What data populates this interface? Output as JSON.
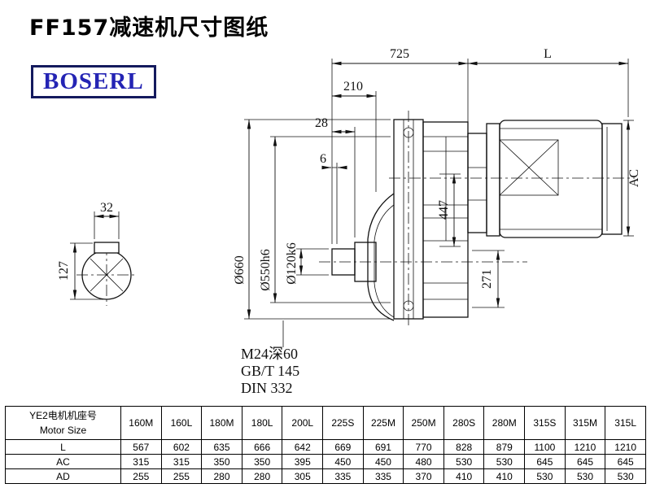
{
  "title": "FF157减速机尺寸图纸",
  "logo": {
    "text": "BOSERL",
    "text_color": "#2424b4",
    "border_color": "#141a5e"
  },
  "drawing": {
    "dims": {
      "overall_width": "725",
      "motor_length": "L",
      "d210": "210",
      "d28": "28",
      "d6": "6",
      "ac": "AC",
      "d447": "447",
      "d271": "271",
      "key_width": "32",
      "shaft_key_height": "127",
      "flange_od": "Ø660",
      "spigot_dia": "Ø550h6",
      "shaft_dia": "Ø120k6",
      "tapped_hole": "M24深60",
      "std_gbt": "GB/T 145",
      "std_din": "DIN 332"
    }
  },
  "table": {
    "header_cn": "YE2电机机座号",
    "header_en": "Motor Size",
    "columns": [
      "160M",
      "160L",
      "180M",
      "180L",
      "200L",
      "225S",
      "225M",
      "250M",
      "280S",
      "280M",
      "315S",
      "315M",
      "315L"
    ],
    "rows": [
      {
        "label": "L",
        "values": [
          "567",
          "602",
          "635",
          "666",
          "642",
          "669",
          "691",
          "770",
          "828",
          "879",
          "1100",
          "1210",
          "1210"
        ]
      },
      {
        "label": "AC",
        "values": [
          "315",
          "315",
          "350",
          "350",
          "395",
          "450",
          "450",
          "480",
          "530",
          "530",
          "645",
          "645",
          "645"
        ]
      },
      {
        "label": "AD",
        "values": [
          "255",
          "255",
          "280",
          "280",
          "305",
          "335",
          "335",
          "370",
          "410",
          "410",
          "530",
          "530",
          "530"
        ]
      }
    ]
  }
}
